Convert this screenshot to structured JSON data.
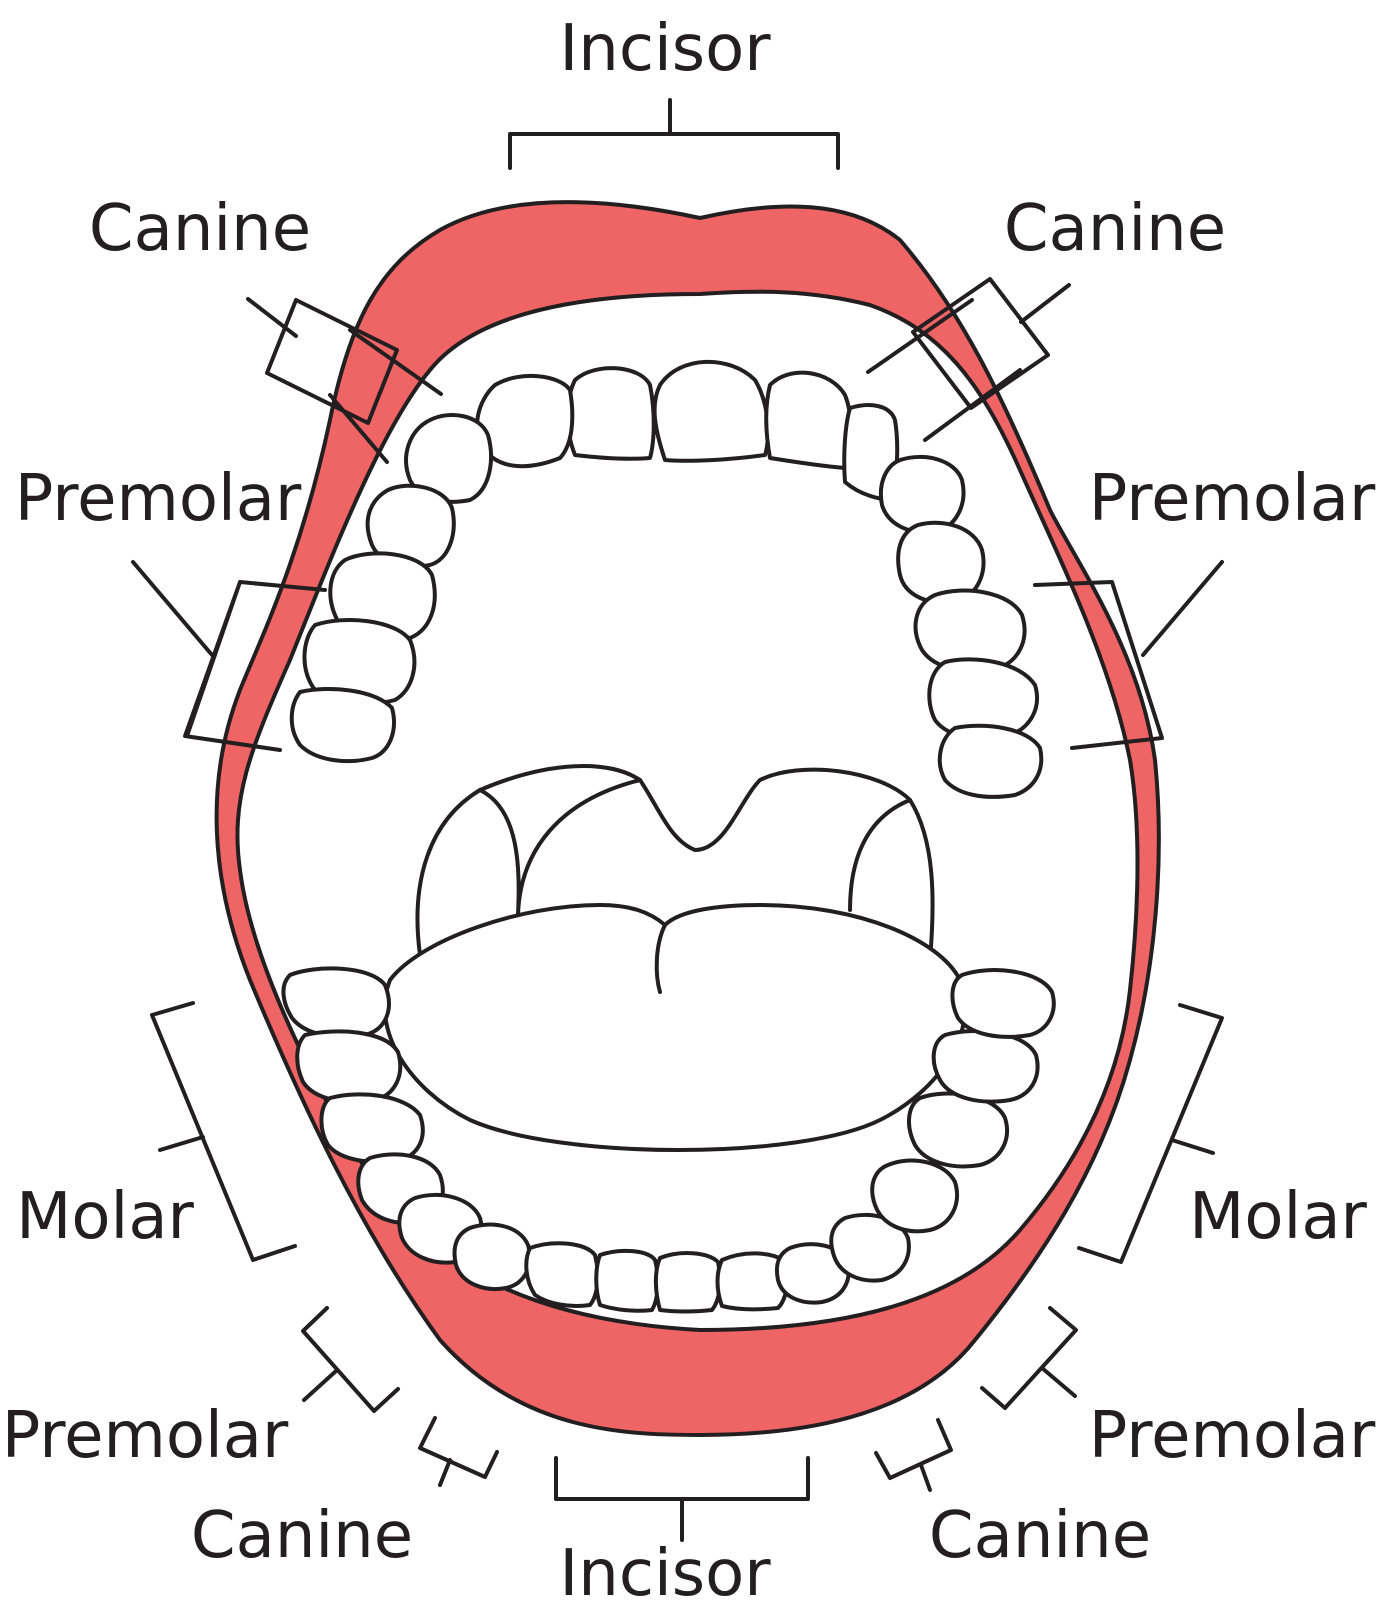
{
  "labels": {
    "upper_incisor": "Incisor",
    "upper_canine_left": "Canine",
    "upper_canine_right": "Canine",
    "upper_premolar_left": "Premolar",
    "upper_premolar_right": "Premolar",
    "molar_left": "Molar",
    "molar_right": "Molar",
    "lower_premolar_left": "Premolar",
    "lower_premolar_right": "Premolar",
    "lower_canine_left": "Canine",
    "lower_canine_right": "Canine",
    "lower_incisor": "Incisor"
  },
  "colors": {
    "lip": "#ef6464",
    "outline": "#231f20",
    "background": "#ffffff"
  }
}
